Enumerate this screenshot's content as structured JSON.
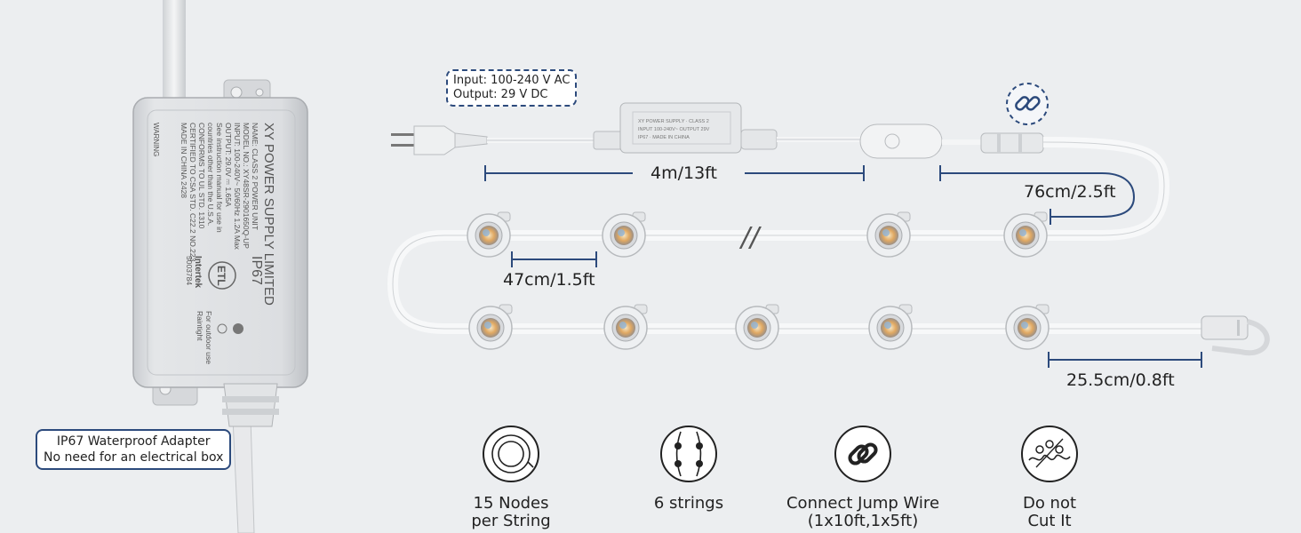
{
  "adapter_label": {
    "brand": "XY POWER SUPPLY LIMITED",
    "name_line": "NAME: CLASS 2 POWER UNIT",
    "model_line": "MODEL NO.: XY48SR-2901650Q-UP",
    "input_line": "INPUT: 100-240V~ 50/60Hz 1.2A Max",
    "output_line": "OUTPUT: 29.0V ⎓ 1.65A",
    "see_line": "See instruction manual for use in",
    "countries_line": "countries other than the U.S.A.",
    "conforms_line": "CONFORMS TO UL STD. 1310",
    "certified_line": "CERTIFIED TO CSA STD. C22.2 NO.223",
    "made_line": "MADE IN CHINA 2428",
    "rating": "IP67",
    "cert_name": "Intertek",
    "cert_no": "5003784",
    "outdoor_line": "For outdoor use",
    "rainright": "Raintight",
    "warning": "WARNING"
  },
  "spec_note": {
    "input": "Input: 100-240 V AC",
    "output": "Output: 29 V DC"
  },
  "waterproof_note": {
    "line1": "IP67 Waterproof Adapter",
    "line2": "No need for an electrical box"
  },
  "dimensions": {
    "cord": "4m/13ft",
    "lead": "76cm/2.5ft",
    "spacing": "47cm/1.5ft",
    "tail": "25.5cm/0.8ft",
    "break_mark": "//"
  },
  "features": [
    {
      "icon": "nodes-icon",
      "line1": "15 Nodes",
      "line2": "per String"
    },
    {
      "icon": "strings-icon",
      "line1": "6 strings",
      "line2": ""
    },
    {
      "icon": "link-icon",
      "line1": "Connect Jump Wire",
      "line2": "(1x10ft,1x5ft)"
    },
    {
      "icon": "no-cut-icon",
      "line1": "Do not",
      "line2": "Cut It"
    }
  ],
  "colors": {
    "accent": "#2c4a7c",
    "background": "#eceef0",
    "adapter": "#dcdee0",
    "bulb_warm": "#e0a862",
    "bulb_cool": "#8fb4d8"
  }
}
